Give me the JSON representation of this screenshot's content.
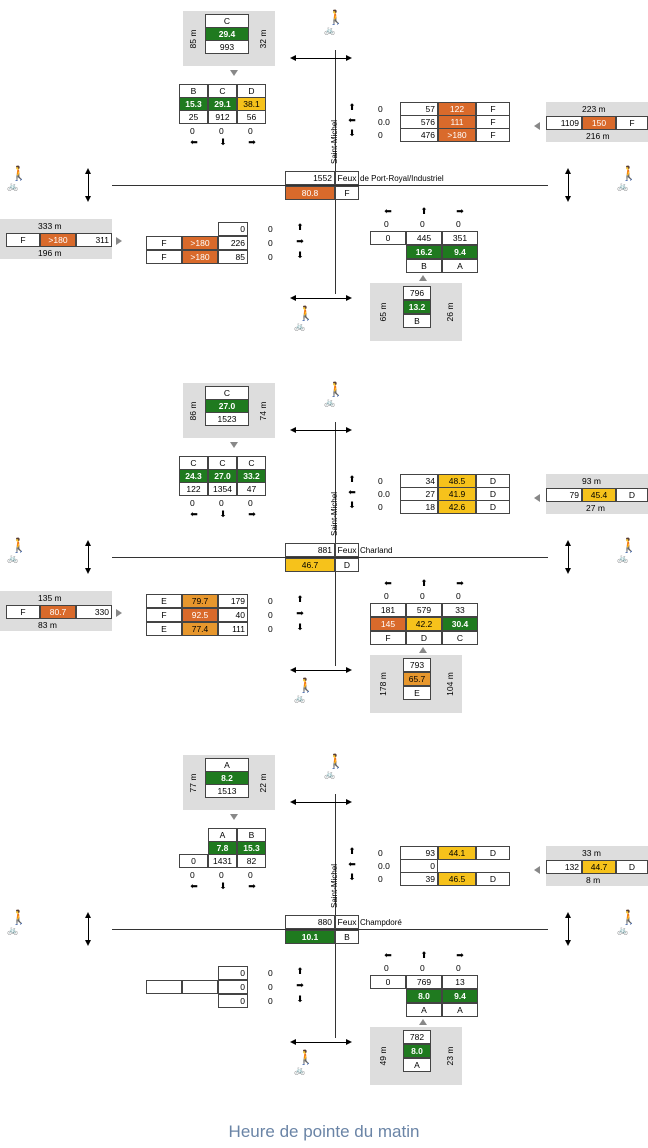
{
  "caption": "Heure de pointe du matin",
  "common": {
    "street": "Saint-Michel",
    "feux": "Feux"
  },
  "s1": {
    "name": "de Port-Royal/Industriel",
    "center": {
      "volume": "1552",
      "delay": "80.8",
      "los": "F"
    },
    "north_approach": {
      "los": "C",
      "delay": "29.4",
      "volume": "993",
      "left_q": "85 m",
      "right_q": "32 m"
    },
    "north_moves": {
      "los": [
        "B",
        "C",
        "D"
      ],
      "delay": [
        "15.3",
        "29.1",
        "38.1"
      ],
      "vol": [
        "25",
        "912",
        "56"
      ],
      "ped": [
        "0",
        "0",
        "0"
      ]
    },
    "east_moves": {
      "ped": [
        "0",
        "0.0",
        "0"
      ],
      "vol": [
        "57",
        "576",
        "476"
      ],
      "delay": [
        "122",
        "111",
        ">180"
      ],
      "los": [
        "F",
        "F",
        "F"
      ]
    },
    "east_approach": {
      "top_q": "223 m",
      "volume": "1109",
      "delay": "150",
      "los": "F",
      "bot_q": "216 m"
    },
    "west_approach": {
      "top_q": "333 m",
      "los": "F",
      "delay": ">180",
      "volume": "311",
      "bot_q": "196 m"
    },
    "west_moves": {
      "los": [
        "",
        "F",
        "F"
      ],
      "delay": [
        "",
        ">180",
        ">180"
      ],
      "vol": [
        "0",
        "226",
        "85"
      ],
      "ped": [
        "0",
        "0",
        "0"
      ]
    },
    "south_moves": {
      "ped": [
        "0",
        "0",
        "0"
      ],
      "vol": [
        "0",
        "445",
        "351"
      ],
      "delay": [
        "",
        "16.2",
        "9.4"
      ],
      "los": [
        "",
        "B",
        "A"
      ]
    },
    "south_approach": {
      "volume": "796",
      "delay": "13.2",
      "los": "B",
      "left_q": "65 m",
      "right_q": "26 m"
    }
  },
  "s2": {
    "name": "Charland",
    "center": {
      "volume": "881",
      "delay": "46.7",
      "los": "D"
    },
    "north_approach": {
      "los": "C",
      "delay": "27.0",
      "volume": "1523",
      "left_q": "86 m",
      "right_q": "74 m"
    },
    "north_moves": {
      "los": [
        "C",
        "C",
        "C"
      ],
      "delay": [
        "24.3",
        "27.0",
        "33.2"
      ],
      "vol": [
        "122",
        "1354",
        "47"
      ],
      "ped": [
        "0",
        "0",
        "0"
      ]
    },
    "east_moves": {
      "ped": [
        "0",
        "0.0",
        "0"
      ],
      "vol": [
        "34",
        "27",
        "18"
      ],
      "delay": [
        "48.5",
        "41.9",
        "42.6"
      ],
      "los": [
        "D",
        "D",
        "D"
      ]
    },
    "east_approach": {
      "top_q": "93 m",
      "volume": "79",
      "delay": "45.4",
      "los": "D",
      "bot_q": "27 m"
    },
    "west_approach": {
      "top_q": "135 m",
      "los": "F",
      "delay": "80.7",
      "volume": "330",
      "bot_q": "83 m"
    },
    "west_moves": {
      "los": [
        "E",
        "F",
        "E"
      ],
      "delay": [
        "79.7",
        "92.5",
        "77.4"
      ],
      "vol": [
        "179",
        "40",
        "111"
      ],
      "ped": [
        "0",
        "0",
        "0"
      ]
    },
    "south_moves": {
      "ped": [
        "0",
        "0",
        "0"
      ],
      "vol": [
        "181",
        "579",
        "33"
      ],
      "delay": [
        "145",
        "42.2",
        "30.4"
      ],
      "los": [
        "F",
        "D",
        "C"
      ]
    },
    "south_approach": {
      "volume": "793",
      "delay": "65.7",
      "los": "E",
      "left_q": "178 m",
      "right_q": "104 m"
    }
  },
  "s3": {
    "name": "Champdoré",
    "center": {
      "volume": "880",
      "delay": "10.1",
      "los": "B"
    },
    "north_approach": {
      "los": "A",
      "delay": "8.2",
      "volume": "1513",
      "left_q": "77 m",
      "right_q": "22 m"
    },
    "north_moves": {
      "los": [
        "",
        "A",
        "B"
      ],
      "delay": [
        "",
        "7.8",
        "15.3"
      ],
      "vol": [
        "0",
        "1431",
        "82"
      ],
      "ped": [
        "0",
        "0",
        "0"
      ]
    },
    "east_moves": {
      "ped": [
        "0",
        "0.0",
        "0"
      ],
      "vol": [
        "93",
        "0",
        "39"
      ],
      "delay": [
        "44.1",
        "",
        "46.5"
      ],
      "los": [
        "D",
        "",
        "D"
      ]
    },
    "east_approach": {
      "top_q": "33 m",
      "volume": "132",
      "delay": "44.7",
      "los": "D",
      "bot_q": "8 m"
    },
    "west_approach": {
      "top_q": "",
      "los": "",
      "delay": "",
      "volume": "",
      "bot_q": ""
    },
    "west_moves": {
      "los": [
        "",
        "",
        ""
      ],
      "delay": [
        "",
        "",
        ""
      ],
      "vol": [
        "0",
        "0",
        "0"
      ],
      "ped": [
        "0",
        "0",
        "0"
      ]
    },
    "south_moves": {
      "ped": [
        "0",
        "0",
        "0"
      ],
      "vol": [
        "0",
        "769",
        "13"
      ],
      "delay": [
        "",
        "8.0",
        "9.4"
      ],
      "los": [
        "",
        "A",
        "A"
      ]
    },
    "south_approach": {
      "volume": "782",
      "delay": "8.0",
      "los": "A",
      "left_q": "49 m",
      "right_q": "23 m"
    }
  },
  "colors": {
    "green": "#1f7a1f",
    "yellow": "#f6c21b",
    "orange": "#e7972d",
    "red_orange": "#d96a2b",
    "caption": "#6a84a6"
  },
  "icons": [
    "pedestrian-icon",
    "bicycle-icon",
    "double-arrow-icon",
    "movement-arrow-icon"
  ]
}
